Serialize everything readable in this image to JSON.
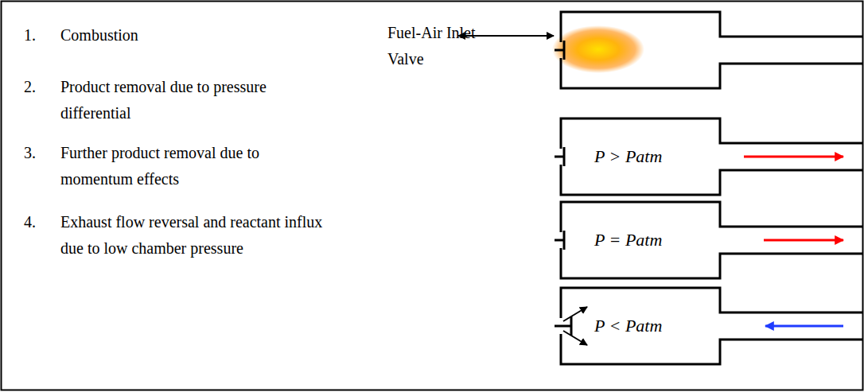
{
  "diagram": {
    "labels": [
      "1.",
      "Combustion",
      "2.",
      "Product removal due to pressure differential",
      "3.",
      "Further product removal due to momentum effects",
      "4.",
      "Exhaust flow reversal and reactant influx due to low chamber pressure",
      "Fuel-Air Inlet Valve",
      "P > Patm",
      "P = Patm",
      "P < Patm"
    ]
  }
}
